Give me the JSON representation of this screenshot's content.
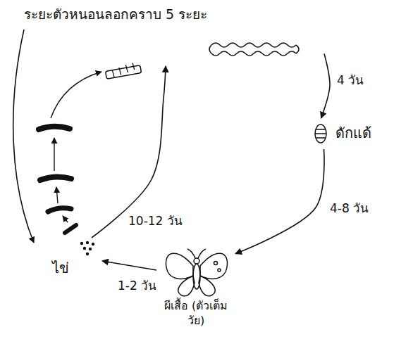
{
  "diagram": {
    "nodes": [
      {
        "text": [
          "ไข่"
        ]
      },
      {
        "text": [
          "ระยะตัวหนอนลอกคราบ 5 ระยะ"
        ]
      },
      {
        "text": [
          "ดักแด้"
        ]
      },
      {
        "text": [
          "ผีเสื้อ (ตัวเต็มวัย)"
        ]
      }
    ],
    "edges": [
      {
        "from": 0,
        "to": 1,
        "label": "10-12 วัน",
        "arrow": "to"
      },
      {
        "from": 1,
        "to": 2,
        "label": "4 วัน",
        "arrow": "to"
      },
      {
        "from": 2,
        "to": 3,
        "label": "4-8 วัน",
        "arrow": "to"
      },
      {
        "from": 3,
        "to": 0,
        "label": "1-2 วัน",
        "arrow": "to"
      }
    ]
  }
}
